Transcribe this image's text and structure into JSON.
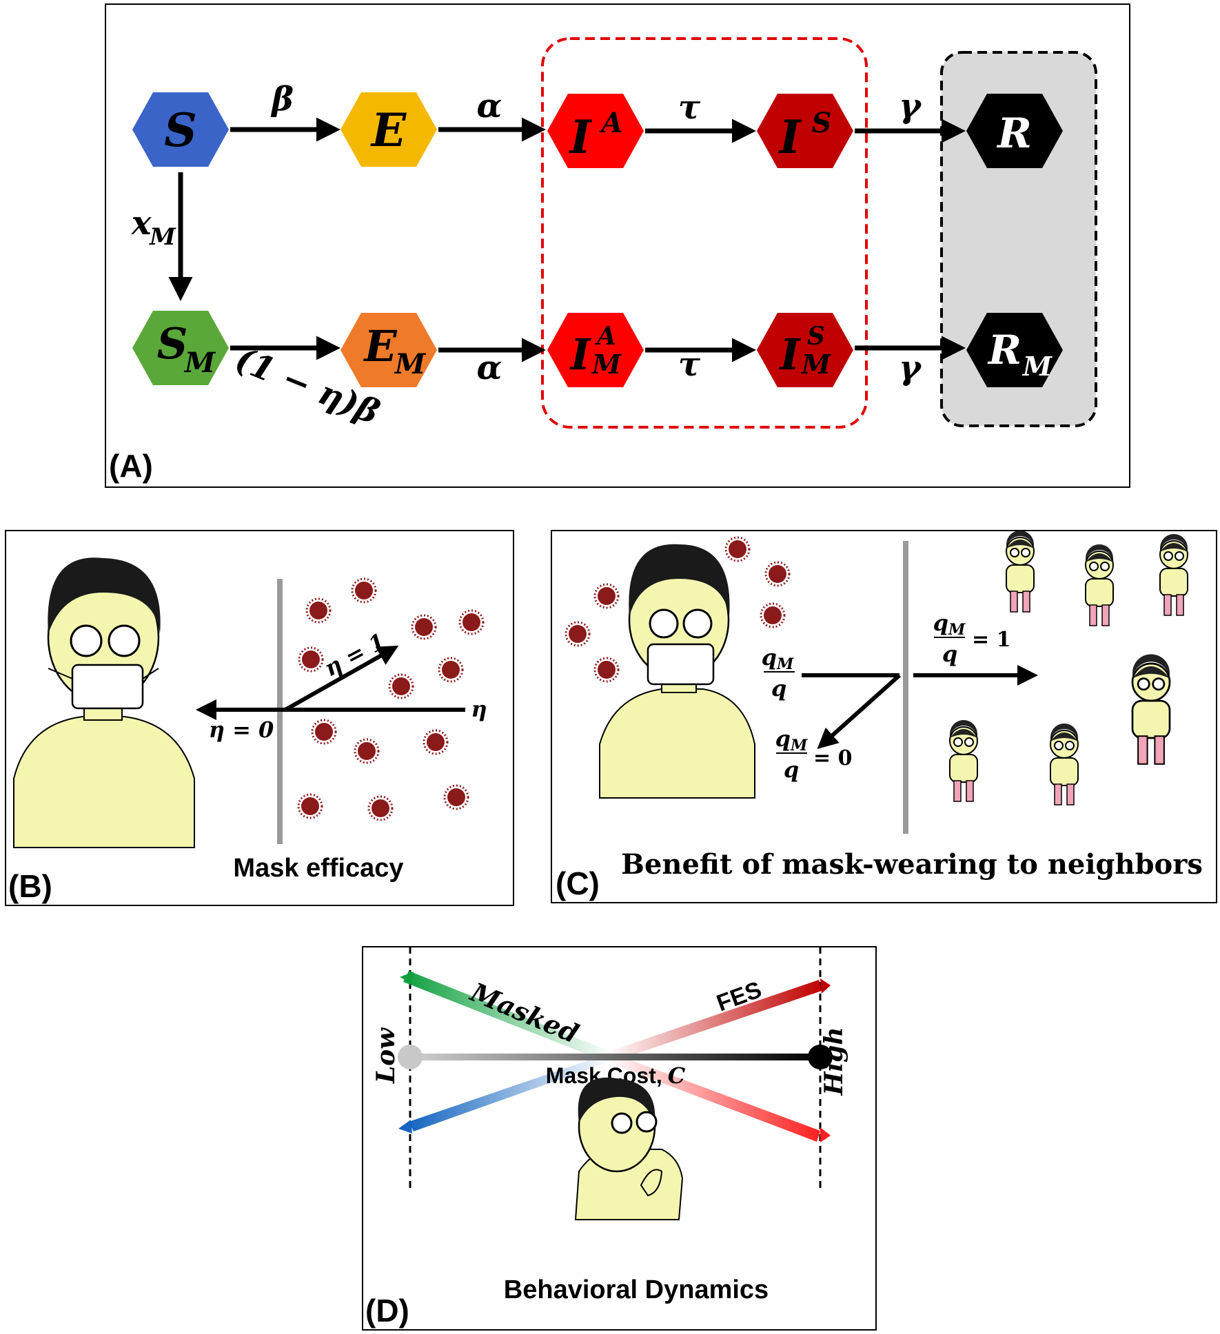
{
  "colors": {
    "S": "#3a64c8",
    "E": "#f5b800",
    "IA": "#ff0000",
    "IS": "#c00000",
    "R": "#000000",
    "SM": "#5aa83a",
    "EM": "#ee7a2a",
    "IAM": "#ff0000",
    "ISM": "#c00000",
    "RM": "#000000",
    "recovered_box": "#d9d9d9",
    "infected_box_border": "#e00000",
    "masked_line": "#10a040",
    "fes_line": "#c00000",
    "low_line": "#1565c0",
    "high_line": "#ff2020",
    "virus": "#8b1a1a",
    "skin": "#f4f6b0",
    "pants": "#f2a4b8"
  },
  "panel_a": {
    "label": "(A)",
    "nodes": {
      "S": {
        "main": "S",
        "sub": "",
        "sup": ""
      },
      "E": {
        "main": "E",
        "sub": "",
        "sup": ""
      },
      "IA": {
        "main": "I",
        "sub": "",
        "sup": "A"
      },
      "IS": {
        "main": "I",
        "sub": "",
        "sup": "S"
      },
      "R": {
        "main": "R",
        "sub": "",
        "sup": ""
      },
      "SM": {
        "main": "S",
        "sub": "M",
        "sup": ""
      },
      "EM": {
        "main": "E",
        "sub": "M",
        "sup": ""
      },
      "IAM": {
        "main": "I",
        "sub": "M",
        "sup": "A"
      },
      "ISM": {
        "main": "I",
        "sub": "M",
        "sup": "S"
      },
      "RM": {
        "main": "R",
        "sub": "M",
        "sup": ""
      }
    },
    "rates": {
      "beta": "β",
      "alpha_top": "α",
      "tau_top": "τ",
      "gamma_top": "γ",
      "xM_main": "x",
      "xM_sub": "M",
      "masked_beta": "(1 − η)β",
      "alpha_bottom": "α",
      "tau_bottom": "τ",
      "gamma_bottom": "γ"
    }
  },
  "panel_b": {
    "label": "(B)",
    "caption": "Mask efficacy",
    "eta_one": "η = 1",
    "eta": "η",
    "eta_zero": "η = 0"
  },
  "panel_c": {
    "label": "(C)",
    "caption": "Benefit of mask-wearing to neighbors",
    "num": "q",
    "num_sub": "M",
    "den": "q",
    "eq_one": "= 1",
    "eq_zero": "= 0"
  },
  "panel_d": {
    "label": "(D)",
    "caption": "Behavioral Dynamics",
    "masked": "Masked",
    "fes": "FES",
    "low": "Low",
    "high": "High",
    "mask_cost": "Mask Cost,",
    "mask_cost_symbol": "C"
  }
}
